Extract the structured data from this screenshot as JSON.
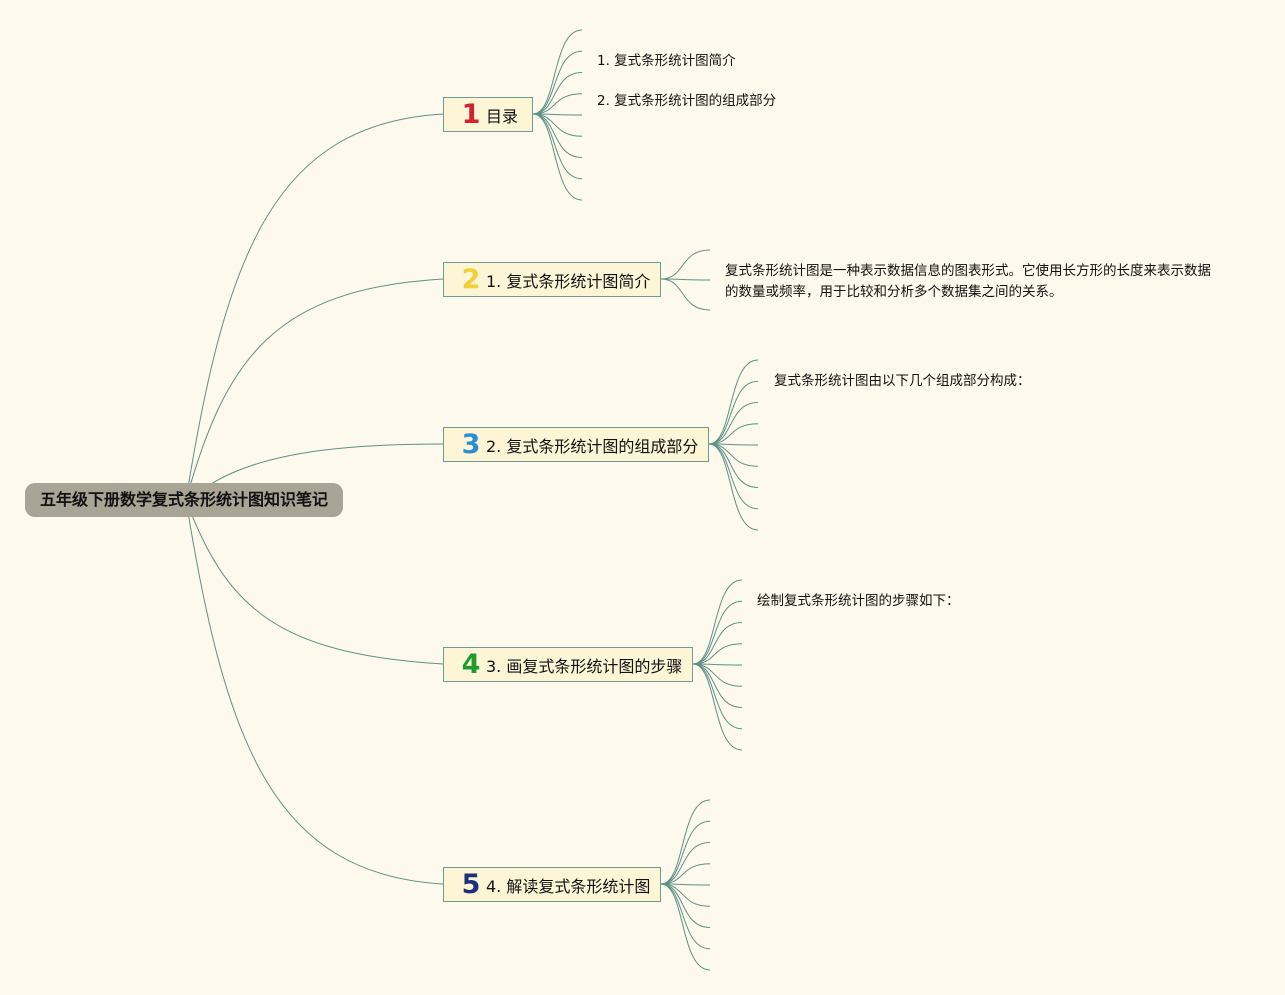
{
  "root": {
    "title": "五年级下册数学复式条形统计图知识笔记"
  },
  "topics": [
    {
      "number": "1",
      "label": "目录",
      "color": "#d42030"
    },
    {
      "number": "2",
      "label": "1. 复式条形统计图简介",
      "color": "#f3cf3a"
    },
    {
      "number": "3",
      "label": "2. 复式条形统计图的组成部分",
      "color": "#2a8fd8"
    },
    {
      "number": "4",
      "label": "3. 画复式条形统计图的步骤",
      "color": "#1f9a2e"
    },
    {
      "number": "5",
      "label": "4. 解读复式条形统计图",
      "color": "#1d2f7a"
    }
  ],
  "leaves": {
    "toc_item_1": "1. 复式条形统计图简介",
    "toc_item_2": "2. 复式条形统计图的组成部分",
    "intro_text": "复式条形统计图是一种表示数据信息的图表形式。它使用长方形的长度来表示数据的数量或频率，用于比较和分析多个数据集之间的关系。",
    "components_text": "复式条形统计图由以下几个组成部分构成：",
    "steps_text": "绘制复式条形统计图的步骤如下："
  },
  "colors": {
    "background": "#fdf9ec",
    "connector": "#5f9088",
    "root_fill": "#a8a496",
    "topic_fill": "#fcf5d6",
    "topic_border": "#6f9c90"
  }
}
